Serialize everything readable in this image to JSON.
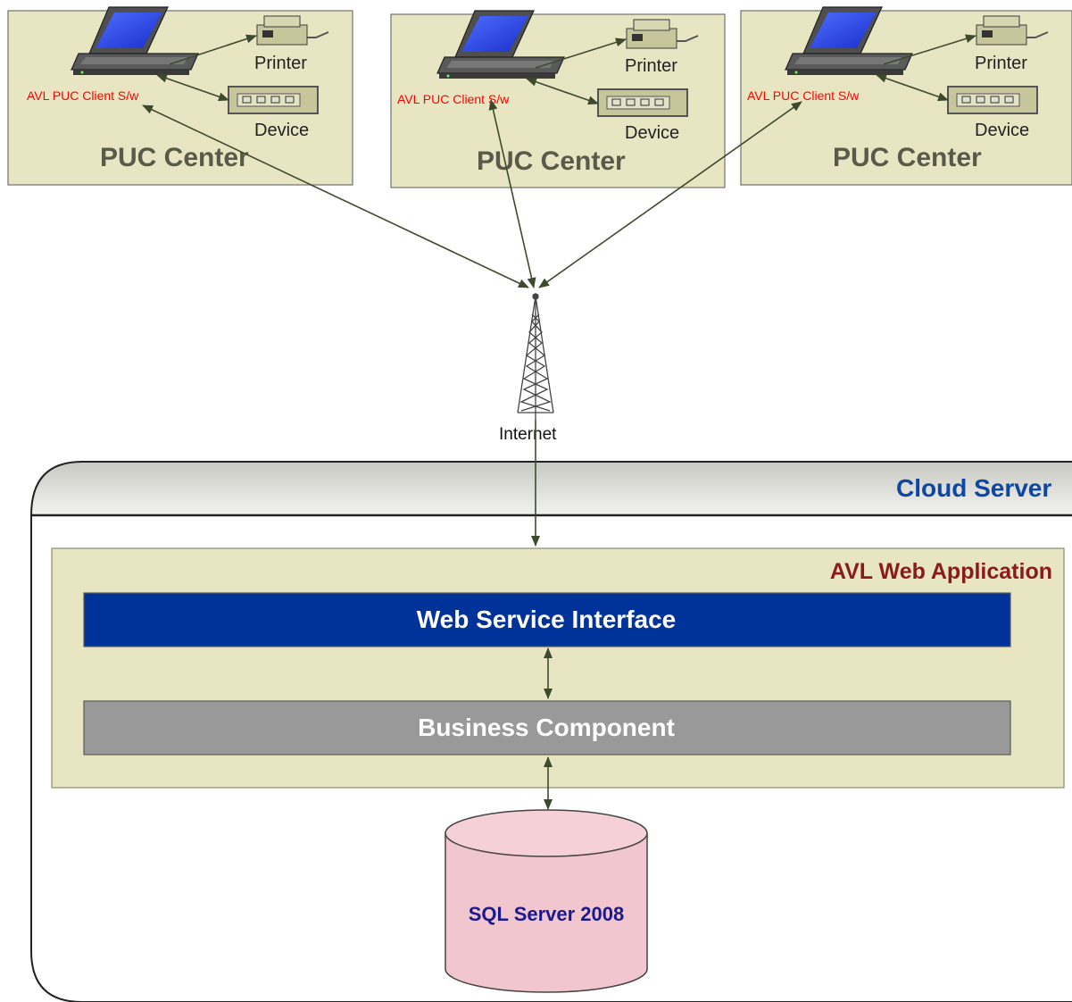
{
  "puc_centers": [
    {
      "title": "PUC Center",
      "client_label": "AVL PUC Client S/w",
      "printer_label": "Printer",
      "device_label": "Device",
      "icons": [
        "laptop-icon",
        "printer-icon",
        "device-icon"
      ]
    },
    {
      "title": "PUC Center",
      "client_label": "AVL PUC Client S/w",
      "printer_label": "Printer",
      "device_label": "Device",
      "icons": [
        "laptop-icon",
        "printer-icon",
        "device-icon"
      ]
    },
    {
      "title": "PUC Center",
      "client_label": "AVL PUC Client S/w",
      "printer_label": "Printer",
      "device_label": "Device",
      "icons": [
        "laptop-icon",
        "printer-icon",
        "device-icon"
      ]
    }
  ],
  "internet": {
    "label": "Internet",
    "icon": "antenna-tower-icon"
  },
  "cloud_server": {
    "title": "Cloud Server"
  },
  "web_application": {
    "title": "AVL Web Application"
  },
  "layers": {
    "web_service": "Web Service Interface",
    "business": "Business Component"
  },
  "database": {
    "label": "SQL Server 2008",
    "icon": "database-cylinder-icon"
  },
  "colors": {
    "panel_fill": "#e8e6c2",
    "web_service_bar": "#003399",
    "business_bar": "#999999",
    "database_fill": "#f2c6ce",
    "cloud_title": "#0d47a1",
    "app_title": "#8b1a1a",
    "client_label": "#ff0000"
  }
}
